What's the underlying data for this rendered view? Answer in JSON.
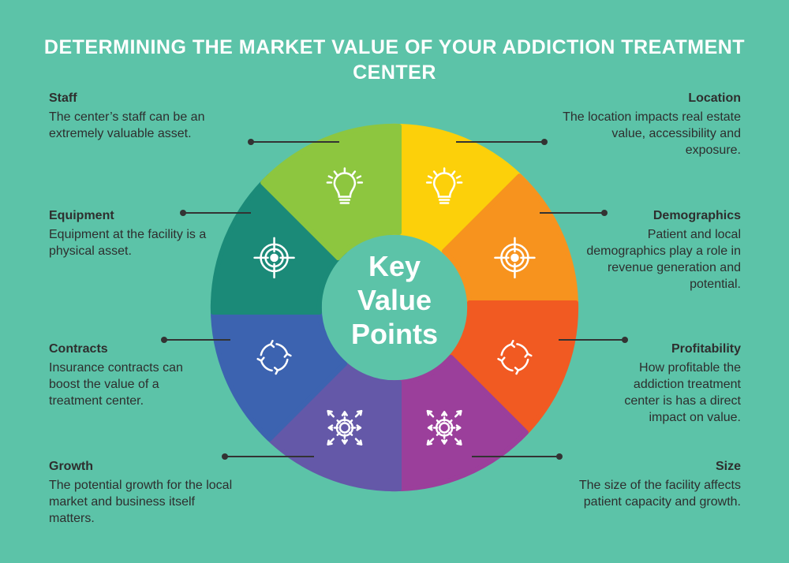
{
  "title": "DETERMINING THE MARKET VALUE OF YOUR ADDICTION TREATMENT CENTER",
  "center": {
    "line1": "Key",
    "line2": "Value",
    "line3": "Points"
  },
  "colors": {
    "background": "#5cc3a8",
    "staff": "#8dc63f",
    "location": "#fcd00a",
    "demographics": "#f7931e",
    "profitability": "#f15a22",
    "size": "#9b3f9b",
    "growth": "#6458a8",
    "contracts": "#3c63b0",
    "equipment": "#1b8a78"
  },
  "items": {
    "staff": {
      "title": "Staff",
      "text": "The center’s staff can be an extremely valuable asset.",
      "icon": "lightbulb-icon"
    },
    "equipment": {
      "title": "Equipment",
      "text": "Equipment at the facility is a physical asset.",
      "icon": "target-icon"
    },
    "contracts": {
      "title": "Contracts",
      "text": "Insurance contracts can boost the value of a treatment center.",
      "icon": "cycle-icon"
    },
    "growth": {
      "title": "Growth",
      "text": "The potential growth for the local market and business itself matters.",
      "icon": "gear-expand-icon"
    },
    "location": {
      "title": "Location",
      "text": "The location impacts real estate  value, accessibility and exposure.",
      "icon": "lightbulb-icon"
    },
    "demographics": {
      "title": "Demographics",
      "text": "Patient and local demographics play a role in revenue generation and potential.",
      "icon": "target-icon"
    },
    "profitability": {
      "title": "Profitability",
      "text": "How profitable the addiction treatment center is has a direct impact on value.",
      "icon": "cycle-icon"
    },
    "size": {
      "title": "Size",
      "text": "The size of the facility affects patient capacity and growth.",
      "icon": "gear-expand-icon"
    }
  }
}
